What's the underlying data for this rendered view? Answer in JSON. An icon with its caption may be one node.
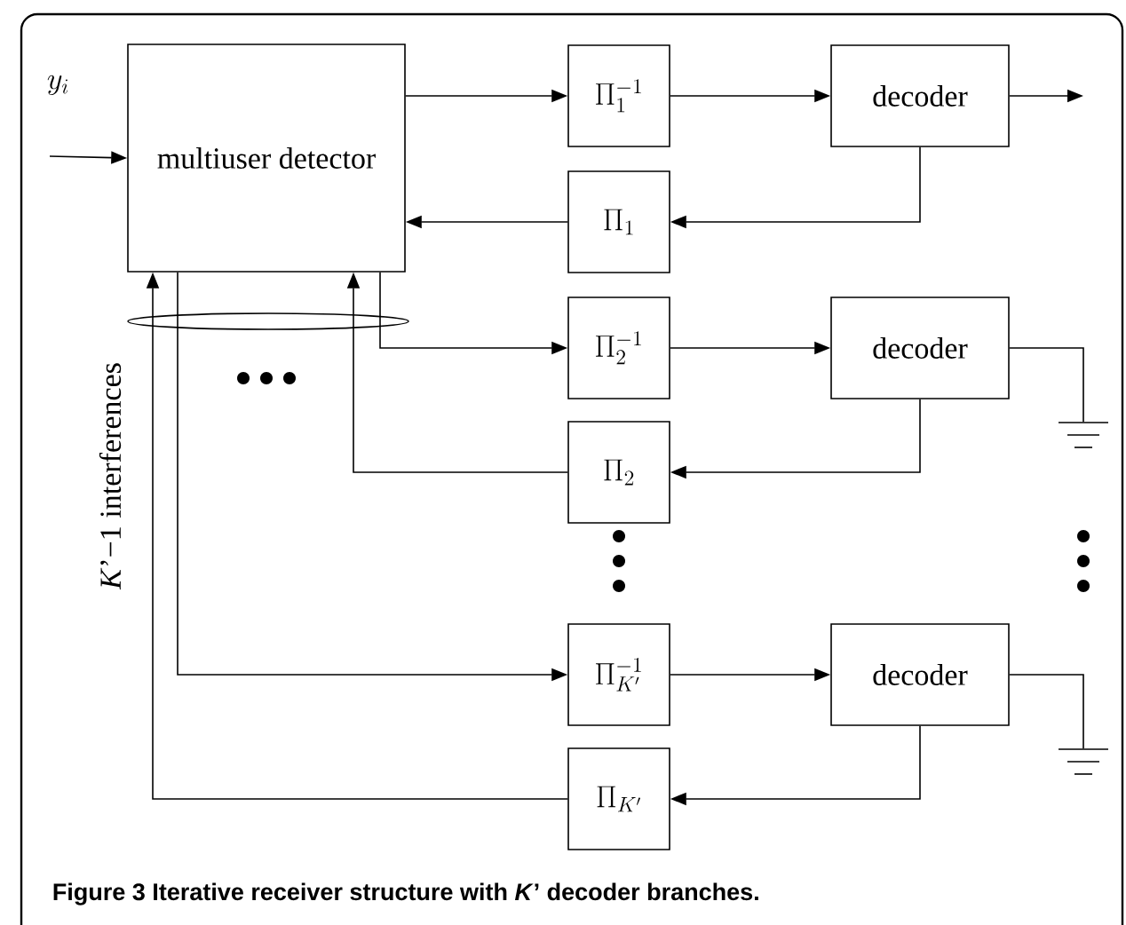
{
  "diagram": {
    "caption": "Figure 3 Iterative receiver structure with *K*’ decoder branches.",
    "nodes": [
      {
        "text": [
          "multiuser detector"
        ]
      },
      {
        "text": [
          "\\Pi_{1}^{-1}"
        ]
      },
      {
        "text": [
          "decoder"
        ]
      },
      {
        "text": [
          "\\Pi_{1}"
        ]
      },
      {
        "text": [
          "\\Pi_{2}^{-1}"
        ]
      },
      {
        "text": [
          "decoder"
        ]
      },
      {
        "text": [
          "\\Pi_{2}"
        ]
      },
      {
        "text": [
          "\\Pi_{K'}^{-1}"
        ]
      },
      {
        "text": [
          "decoder"
        ]
      },
      {
        "text": [
          "\\Pi_{K'}"
        ]
      },
      {
        "text": [],
        "shape": "ground"
      },
      {
        "text": [],
        "shape": "ground"
      }
    ],
    "edges": [
      {
        "from": null,
        "to": 0,
        "arrow": "to"
      },
      {
        "from": 0,
        "to": 1,
        "arrow": "to"
      },
      {
        "from": 1,
        "to": 2,
        "arrow": "to"
      },
      {
        "from": 2,
        "to": null,
        "arrow": "to"
      },
      {
        "from": 2,
        "to": 3,
        "arrow": "to"
      },
      {
        "from": 3,
        "to": 0,
        "arrow": "to"
      },
      {
        "from": 0,
        "to": 4,
        "arrow": "to"
      },
      {
        "from": 4,
        "to": 5,
        "arrow": "to"
      },
      {
        "from": 5,
        "to": 10,
        "arrow": "none"
      },
      {
        "from": 5,
        "to": 6,
        "arrow": "to"
      },
      {
        "from": 6,
        "to": 0,
        "arrow": "to"
      },
      {
        "from": 0,
        "to": 7,
        "arrow": "to"
      },
      {
        "from": 7,
        "to": 8,
        "arrow": "to"
      },
      {
        "from": 8,
        "to": 11,
        "arrow": "none"
      },
      {
        "from": 8,
        "to": 9,
        "arrow": "to"
      },
      {
        "from": 9,
        "to": 0,
        "arrow": "to"
      }
    ],
    "labels": [
      "y_{i}",
      "*K*’−1 interferences"
    ]
  }
}
